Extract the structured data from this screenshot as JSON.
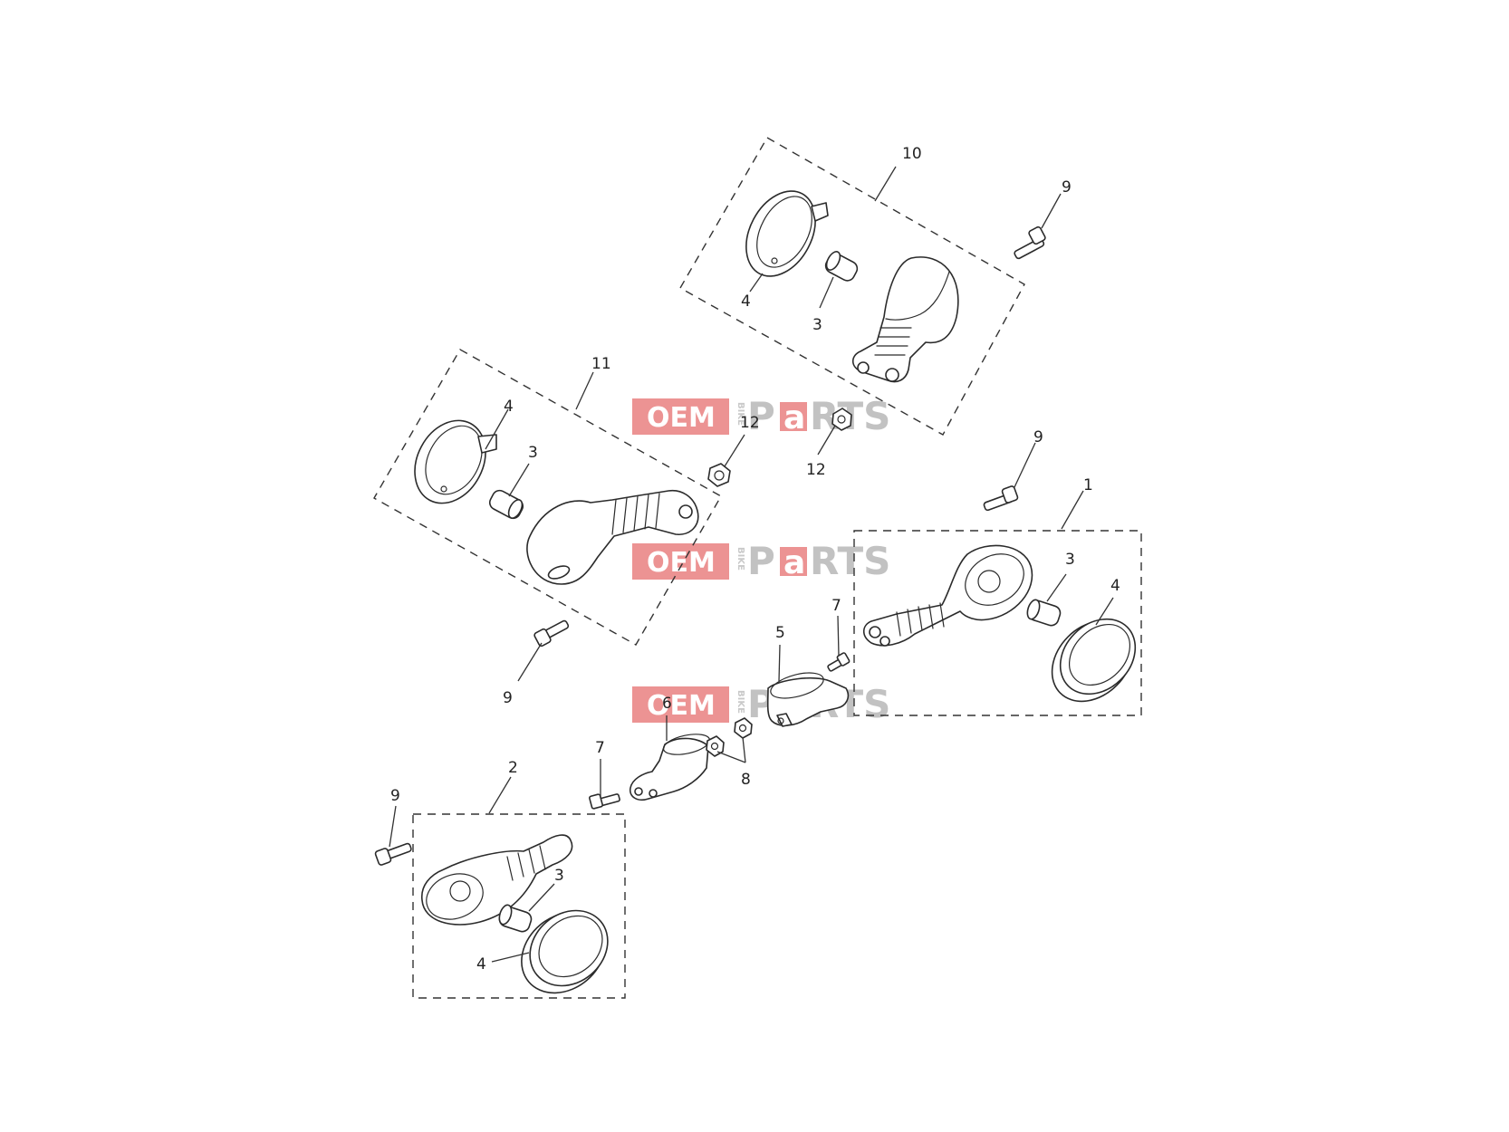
{
  "watermark": {
    "word1": "OEM",
    "word2": "BIKE",
    "word3_a": "P",
    "word3_b": "a",
    "word3_c": "RTS",
    "brand_color": "#e05a5a",
    "gray_color": "#b9b9b9"
  },
  "callouts": {
    "c1": "1",
    "c2": "2",
    "c3_top": "3",
    "c3_left": "3",
    "c3_right": "3",
    "c3_bottom": "3",
    "c4_top": "4",
    "c4_left": "4",
    "c4_right": "4",
    "c4_bottom": "4",
    "c5": "5",
    "c6": "6",
    "c7_right": "7",
    "c7_left": "7",
    "c8": "8",
    "c9_top": "9",
    "c9_mid": "9",
    "c9_left": "9",
    "c9_bottom": "9",
    "c10": "10",
    "c11": "11",
    "c12_left": "12",
    "c12_right": "12"
  },
  "icons": {
    "indicator": "turn-signal-indicator-icon",
    "lens": "indicator-lens-icon",
    "bulb": "bulb-icon",
    "screw": "screw-icon",
    "nut": "nut-icon",
    "bracket": "mounting-bracket-icon"
  }
}
